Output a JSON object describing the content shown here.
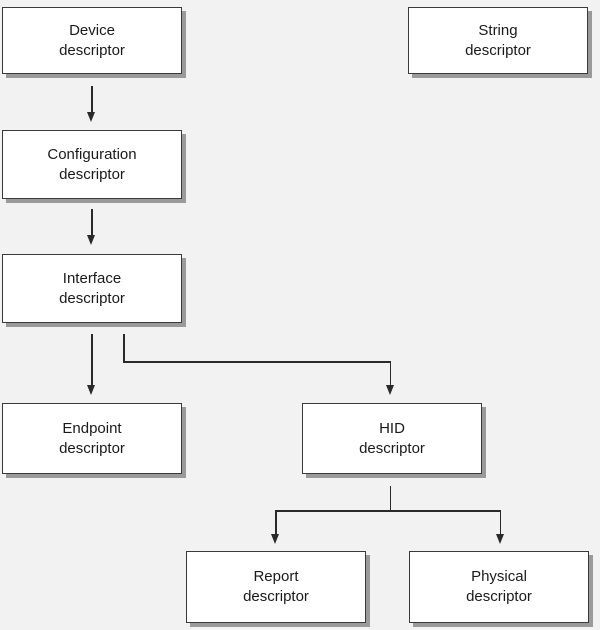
{
  "nodes": {
    "device": {
      "line1": "Device",
      "line2": "descriptor"
    },
    "string": {
      "line1": "String",
      "line2": "descriptor"
    },
    "configuration": {
      "line1": "Configuration",
      "line2": "descriptor"
    },
    "interface": {
      "line1": "Interface",
      "line2": "descriptor"
    },
    "endpoint": {
      "line1": "Endpoint",
      "line2": "descriptor"
    },
    "hid": {
      "line1": "HID",
      "line2": "descriptor"
    },
    "report": {
      "line1": "Report",
      "line2": "descriptor"
    },
    "physical": {
      "line1": "Physical",
      "line2": "descriptor"
    }
  },
  "edges": [
    {
      "from": "device",
      "to": "configuration"
    },
    {
      "from": "configuration",
      "to": "interface"
    },
    {
      "from": "interface",
      "to": "endpoint"
    },
    {
      "from": "interface",
      "to": "hid"
    },
    {
      "from": "hid",
      "to": "report"
    },
    {
      "from": "hid",
      "to": "physical"
    }
  ],
  "colors": {
    "background": "#f2f2f2",
    "box_fill": "#ffffff",
    "box_border": "#3a3a3a",
    "box_shadow": "#9a9a9a",
    "connector": "#2a2a2a"
  }
}
